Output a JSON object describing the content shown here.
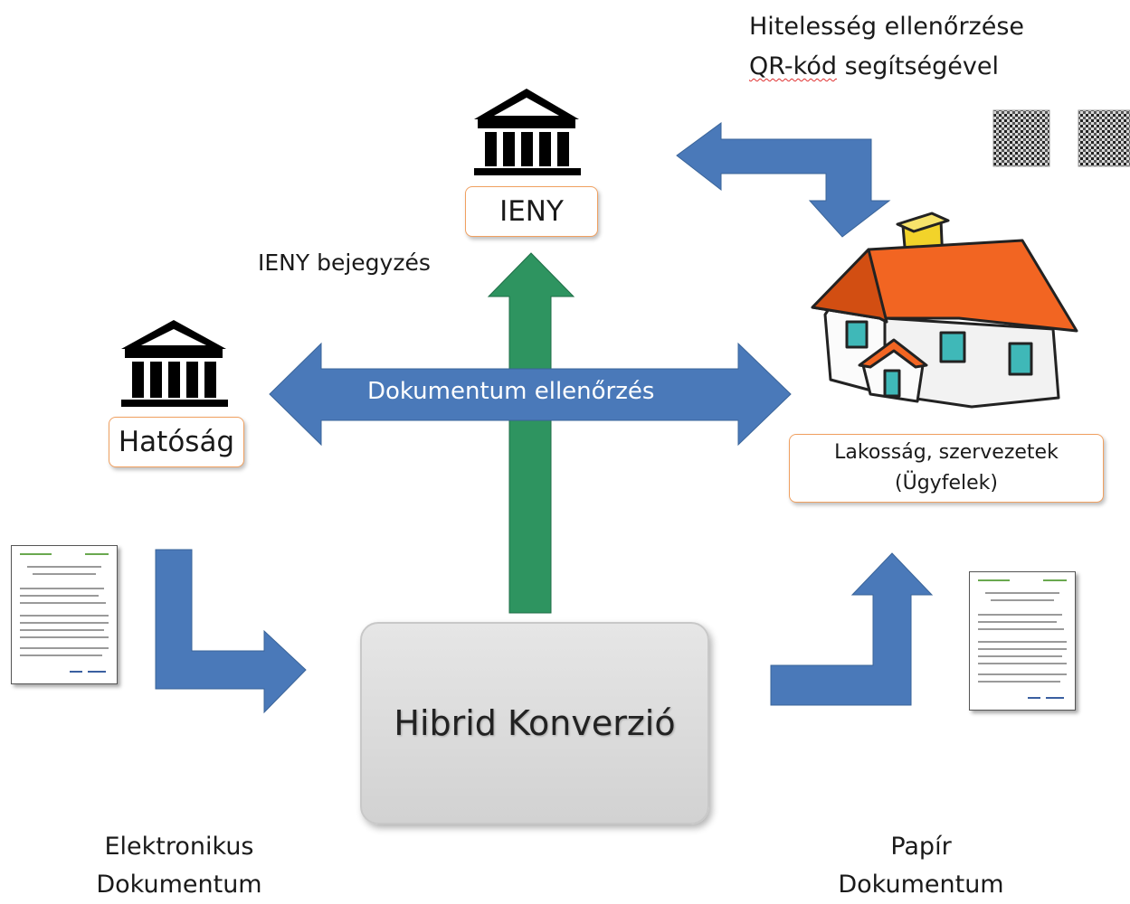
{
  "top_right_note": {
    "line1": "Hitelesség ellenőrzése",
    "line2_word1": "QR-kód",
    "line2_rest": " segítségével"
  },
  "ieny": {
    "label": "IENY",
    "icon": "institution-icon"
  },
  "ieny_entry": {
    "label": "IENY bejegyzés"
  },
  "authority": {
    "label": "Hatóság",
    "icon": "institution-icon"
  },
  "center_arrow": {
    "label": "Dokumentum ellenőrzés"
  },
  "clients": {
    "line1": "Lakosság, szervezetek",
    "line2": "(Ügyfelek)",
    "icon": "house-icon"
  },
  "hybrid": {
    "label": "Hibrid Konverzió"
  },
  "electronic_doc": {
    "line1": "Elektronikus",
    "line2": "Dokumentum"
  },
  "paper_doc": {
    "line1": "Papír",
    "line2": "Dokumentum"
  },
  "colors": {
    "blue_arrow": "#4a79b9",
    "green_arrow": "#2e9460",
    "box_border": "#f0a060",
    "roof": "#f26522",
    "chimney": "#f2d32a"
  }
}
